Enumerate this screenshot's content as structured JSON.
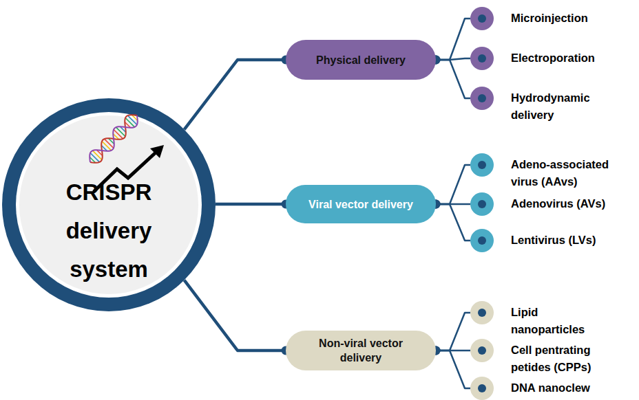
{
  "diagram": {
    "nodes": [
      {
        "text": [
          "CRISPR delivery system"
        ]
      },
      {
        "text": [
          "Physical delivery"
        ]
      },
      {
        "text": [
          "Microinjection"
        ]
      },
      {
        "text": [
          "Electroporation"
        ]
      },
      {
        "text": [
          "Hydrodynamic delivery"
        ]
      },
      {
        "text": [
          "Viral vector delivery"
        ]
      },
      {
        "text": [
          "Adeno-associated virus (AAvs)"
        ]
      },
      {
        "text": [
          "Adenovirus (AVs)"
        ]
      },
      {
        "text": [
          "Lentivirus (LVs)"
        ]
      },
      {
        "text": [
          "Non-viral vector delivery"
        ]
      },
      {
        "text": [
          "Lipid nanoparticles"
        ]
      },
      {
        "text": [
          "Cell pentrating petides (CPPs)"
        ]
      },
      {
        "text": [
          "DNA nanoclew"
        ]
      }
    ],
    "edges": [
      {
        "from": 0,
        "to": 1,
        "arrow": "none"
      },
      {
        "from": 0,
        "to": 5,
        "arrow": "none"
      },
      {
        "from": 0,
        "to": 9,
        "arrow": "none"
      },
      {
        "from": 1,
        "to": 2,
        "arrow": "none"
      },
      {
        "from": 1,
        "to": 3,
        "arrow": "none"
      },
      {
        "from": 1,
        "to": 4,
        "arrow": "none"
      },
      {
        "from": 5,
        "to": 6,
        "arrow": "none"
      },
      {
        "from": 5,
        "to": 7,
        "arrow": "none"
      },
      {
        "from": 5,
        "to": 8,
        "arrow": "none"
      },
      {
        "from": 9,
        "to": 10,
        "arrow": "none"
      },
      {
        "from": 9,
        "to": 11,
        "arrow": "none"
      },
      {
        "from": 9,
        "to": 12,
        "arrow": "none"
      }
    ]
  }
}
